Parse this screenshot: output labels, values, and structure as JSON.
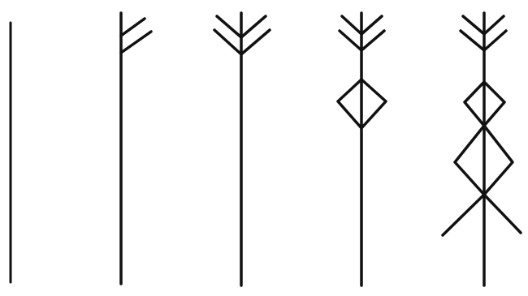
{
  "diagram": {
    "background": "#ffffff",
    "ink": "#111111",
    "figures": [
      {
        "id": "stage-1",
        "glyph": "plain-stem"
      },
      {
        "id": "stage-2",
        "glyph": "stem-with-right-branches"
      },
      {
        "id": "stage-3",
        "glyph": "stem-with-double-chevron-top"
      },
      {
        "id": "stage-4",
        "glyph": "stem-with-chevrons-and-diamond"
      },
      {
        "id": "stage-5",
        "glyph": "stem-with-chevrons-two-diamonds-and-roots"
      }
    ]
  }
}
